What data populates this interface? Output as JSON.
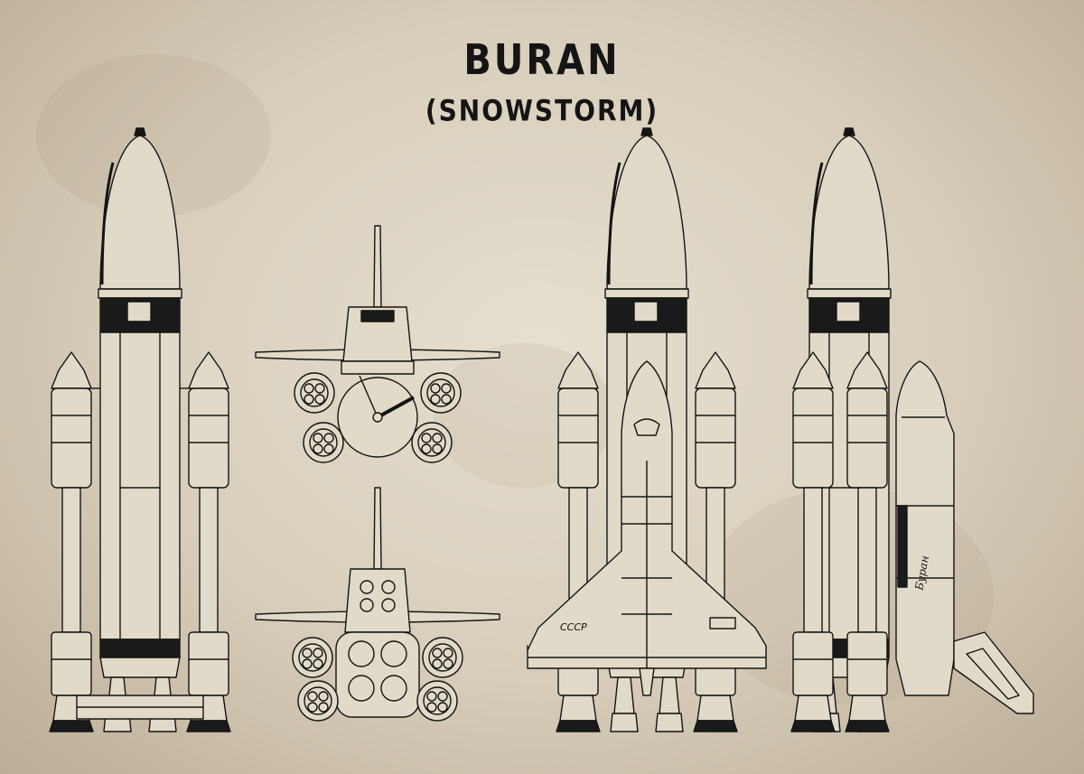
{
  "poster": {
    "title": "BURAN",
    "subtitle": "(SNOWSTORM)",
    "orbiter_marking": "CCCP",
    "orbiter_name": "Буран",
    "ink_color": "#141414",
    "paper_color": "#d8cfbd"
  }
}
